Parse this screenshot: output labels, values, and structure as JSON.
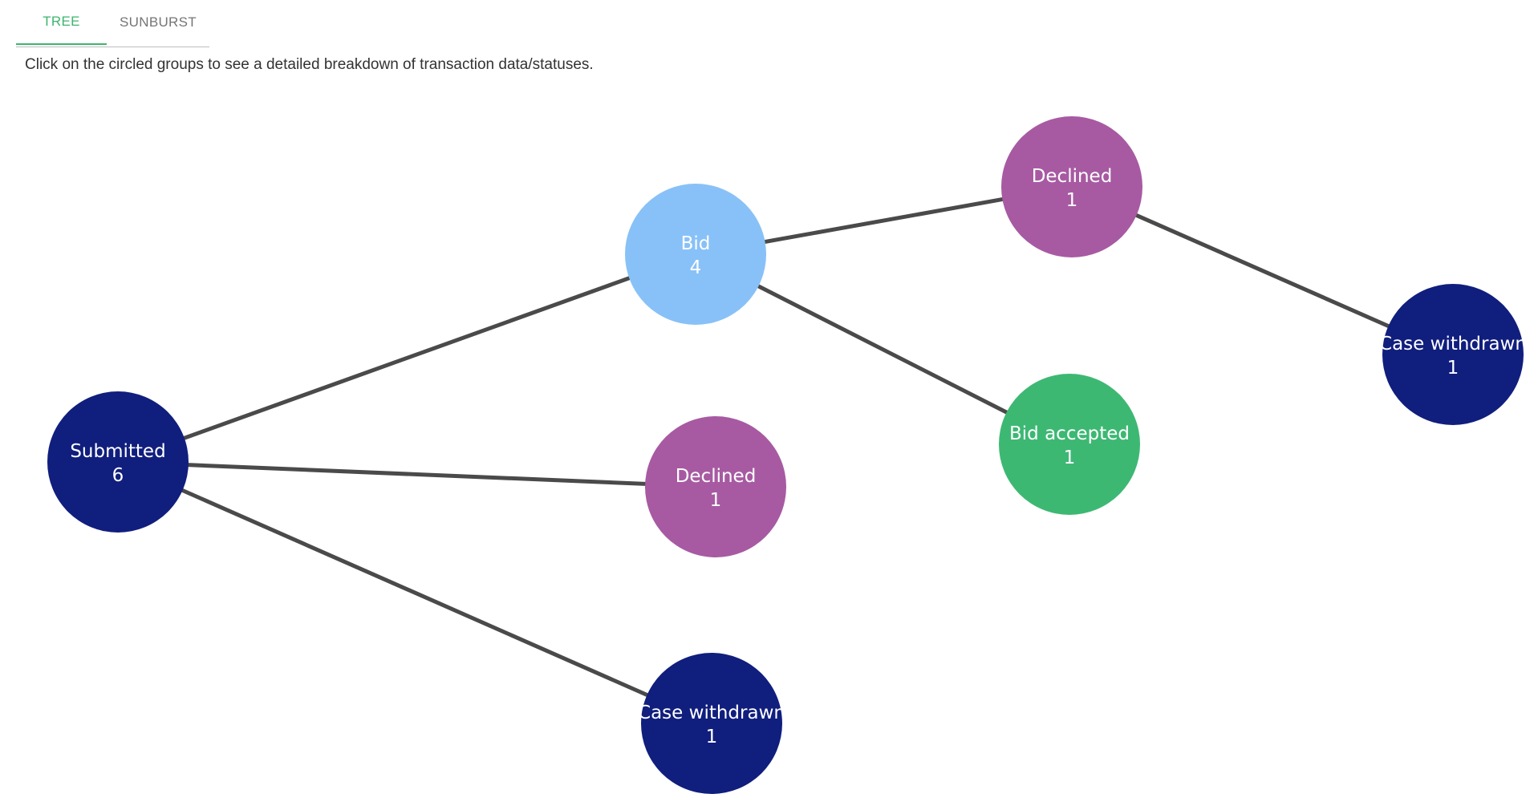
{
  "tabs": {
    "tree_label": "TREE",
    "sunburst_label": "SUNBURST",
    "active": "TREE"
  },
  "instruction": "Click on the circled groups to see a detailed breakdown of transaction data/statuses.",
  "colors": {
    "submitted": "#101e7d",
    "bid": "#88c1f7",
    "declined": "#a75aa2",
    "accepted": "#3db873",
    "withdrawn": "#101e7d",
    "edge": "#4a4a4a",
    "active_tab": "#3db56f"
  },
  "tree": {
    "nodes": [
      {
        "id": "submitted",
        "label": "Submitted",
        "count": "6",
        "color": "#101e7d"
      },
      {
        "id": "bid",
        "label": "Bid",
        "count": "4",
        "color": "#88c1f7"
      },
      {
        "id": "declined-a",
        "label": "Declined",
        "count": "1",
        "color": "#a75aa2"
      },
      {
        "id": "withdrawn-a",
        "label": "Case withdrawn",
        "count": "1",
        "color": "#101e7d"
      },
      {
        "id": "declined-b",
        "label": "Declined",
        "count": "1",
        "color": "#a75aa2"
      },
      {
        "id": "accepted",
        "label": "Bid accepted",
        "count": "1",
        "color": "#3db873"
      },
      {
        "id": "withdrawn-b",
        "label": "Case withdrawn",
        "count": "1",
        "color": "#101e7d"
      }
    ],
    "edges": [
      {
        "from": "submitted",
        "to": "bid"
      },
      {
        "from": "submitted",
        "to": "declined-a"
      },
      {
        "from": "submitted",
        "to": "withdrawn-a"
      },
      {
        "from": "bid",
        "to": "declined-b"
      },
      {
        "from": "bid",
        "to": "accepted"
      },
      {
        "from": "declined-b",
        "to": "withdrawn-b"
      }
    ]
  }
}
